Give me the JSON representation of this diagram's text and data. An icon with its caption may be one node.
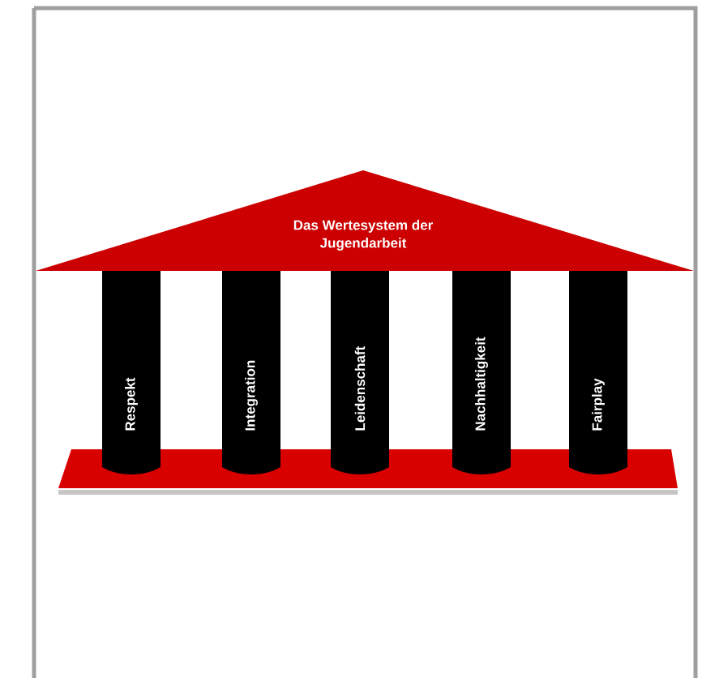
{
  "diagram": {
    "nodes": [
      {
        "text": [
          "Das Wertesystem der Jugendarbeit"
        ]
      },
      {
        "text": [
          "Respekt"
        ]
      },
      {
        "text": [
          "Integration"
        ]
      },
      {
        "text": [
          "Leidenschaft"
        ]
      },
      {
        "text": [
          "Nachhaltigkeit"
        ]
      },
      {
        "text": [
          "Fairplay"
        ]
      }
    ]
  }
}
